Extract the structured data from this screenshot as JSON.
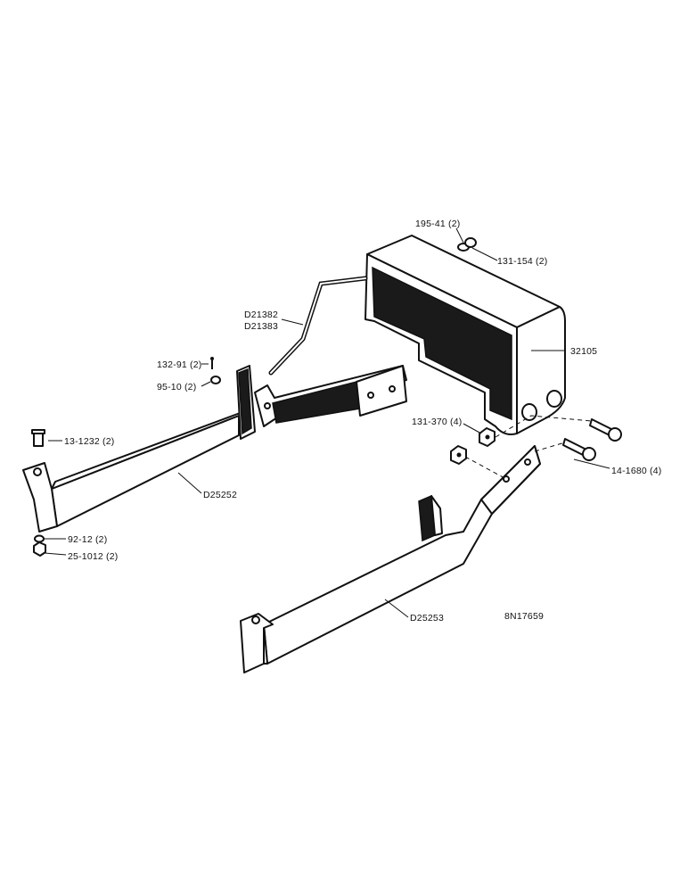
{
  "labels": {
    "p195_41": "195-41 (2)",
    "p131_154": "131-154 (2)",
    "pD21382": "D21382",
    "pD21383": "D21383",
    "p32105": "32105",
    "p132_91": "132-91 (2)",
    "p95_10": "95-10 (2)",
    "p131_370": "131-370 (4)",
    "p13_1232": "13-1232 (2)",
    "p14_1680": "14-1680 (4)",
    "pD25252": "D25252",
    "p92_12": "92-12 (2)",
    "p25_1012": "25-1012 (2)",
    "pD25253": "D25253",
    "drawing_no": "8N17659"
  }
}
